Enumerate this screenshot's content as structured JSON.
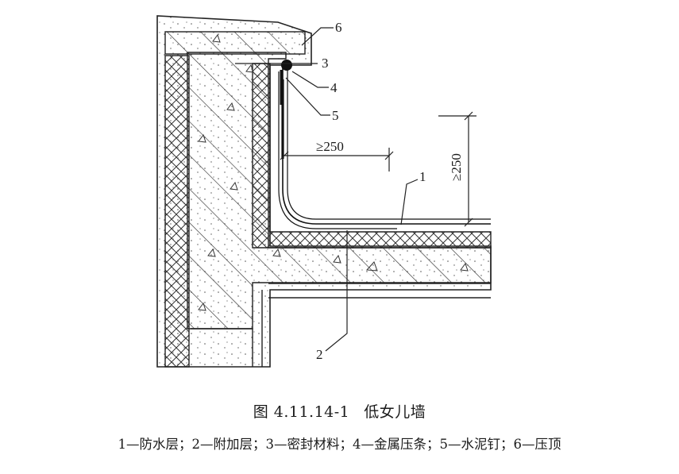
{
  "figure": {
    "number": "图 4.11.14-1",
    "title": "低女儿墙"
  },
  "callouts": [
    "1",
    "2",
    "3",
    "4",
    "5",
    "6"
  ],
  "dimensions": {
    "horizontal": "≥250",
    "vertical": "≥250"
  },
  "legend_text": "1—防水层；2—附加层；3—密封材料；4—金属压条；5—水泥钉；6—压顶"
}
